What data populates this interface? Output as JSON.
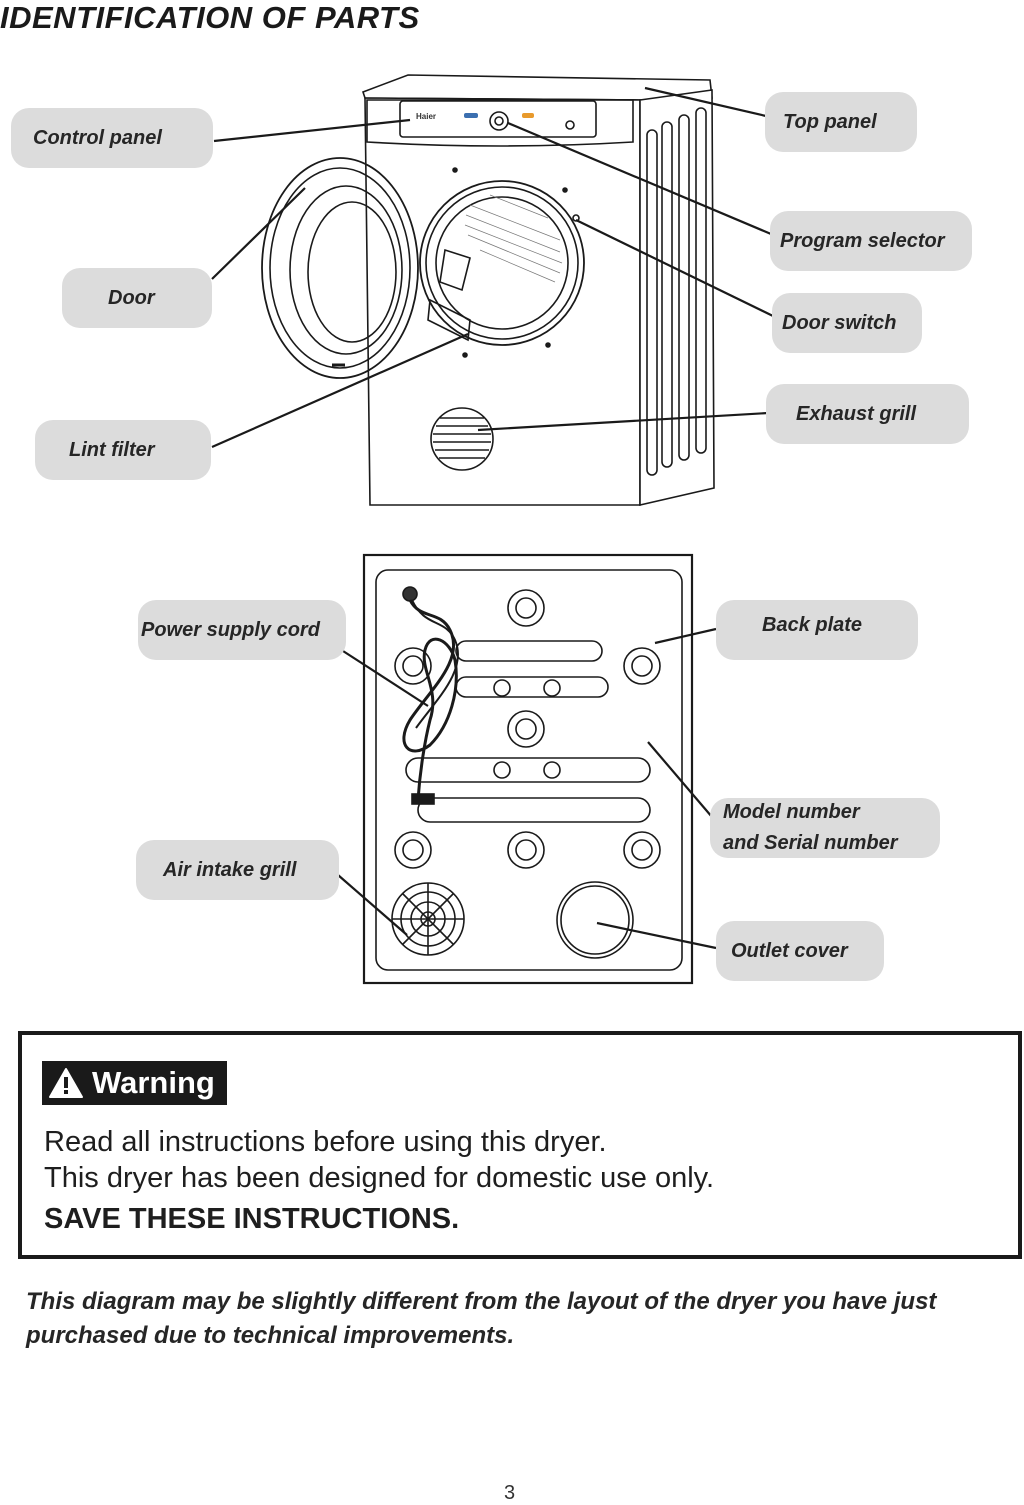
{
  "title": "IDENTIFICATION OF PARTS",
  "brand": "Haier",
  "labels": {
    "control_panel": "Control panel",
    "door": "Door",
    "lint_filter": "Lint filter",
    "top_panel": "Top panel",
    "program_selector": "Program selector",
    "door_switch": "Door switch",
    "exhaust_grill": "Exhaust grill",
    "power_supply_cord": "Power supply cord",
    "air_intake_grill": "Air intake grill",
    "back_plate": "Back plate",
    "model_serial_line1": "Model number",
    "model_serial_line2": "and Serial number",
    "outlet_cover": "Outlet cover"
  },
  "warning": {
    "badge": "Warning",
    "line1": "Read all instructions before using this dryer.",
    "line2": "This dryer has been designed for domestic use only.",
    "line3": "SAVE THESE INSTRUCTIONS."
  },
  "disclaimer": "This diagram may be slightly different from the layout of the dryer you have just purchased due to technical improvements.",
  "page_number": "3",
  "colors": {
    "label_bg": "#dcdcdc",
    "line": "#1a1a1a",
    "warning_badge_bg": "#1a1a1a"
  }
}
